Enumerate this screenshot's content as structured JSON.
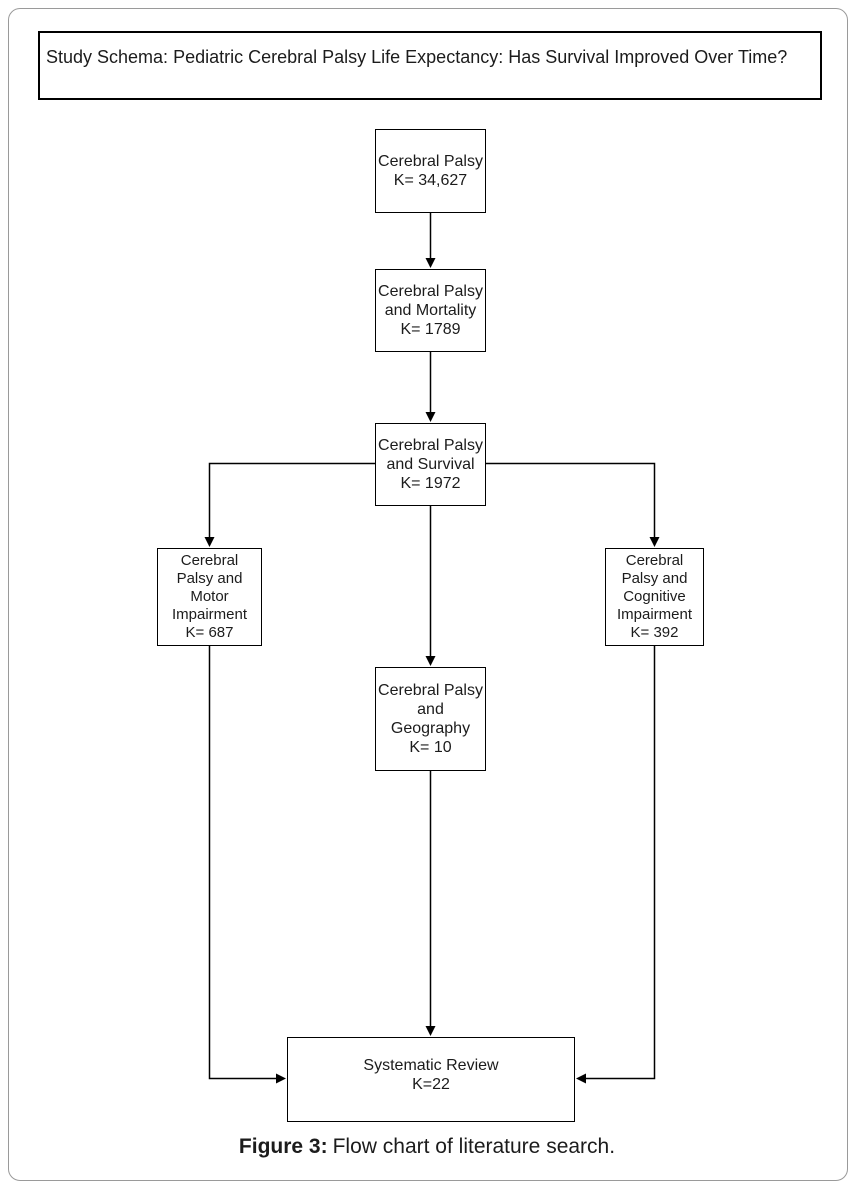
{
  "figure": {
    "title": "Study Schema: Pediatric Cerebral Palsy Life Expectancy: Has Survival Improved Over Time?",
    "caption": {
      "label": "Figure 3:",
      "text": "Flow chart of literature search."
    }
  },
  "nodes": {
    "cerebral_palsy": {
      "lines": [
        "Cerebral Palsy",
        "K= 34,627"
      ]
    },
    "mortality": {
      "lines": [
        "Cerebral Palsy",
        "and Mortality",
        "K= 1789"
      ]
    },
    "survival": {
      "lines": [
        "Cerebral Palsy",
        "and Survival",
        "K= 1972"
      ]
    },
    "motor": {
      "lines": [
        "Cerebral",
        "Palsy and",
        "Motor",
        "Impairment",
        "K= 687"
      ]
    },
    "cognitive": {
      "lines": [
        "Cerebral",
        "Palsy and",
        "Cognitive",
        "Impairment",
        "K= 392"
      ]
    },
    "geography": {
      "lines": [
        "Cerebral Palsy",
        "and",
        "Geography",
        "K= 10"
      ]
    },
    "systematic": {
      "lines": [
        "Systematic Review",
        "K=22"
      ]
    }
  },
  "chart_data": {
    "type": "flowchart",
    "title": "Study Schema: Pediatric Cerebral Palsy Life Expectancy: Has Survival Improved Over Time?",
    "nodes": [
      {
        "id": "cerebral_palsy",
        "label": "Cerebral Palsy",
        "k": "34,627"
      },
      {
        "id": "mortality",
        "label": "Cerebral Palsy and Mortality",
        "k": "1789"
      },
      {
        "id": "survival",
        "label": "Cerebral Palsy and Survival",
        "k": "1972"
      },
      {
        "id": "motor",
        "label": "Cerebral Palsy and Motor Impairment",
        "k": "687"
      },
      {
        "id": "cognitive",
        "label": "Cerebral Palsy and Cognitive Impairment",
        "k": "392"
      },
      {
        "id": "geography",
        "label": "Cerebral Palsy and Geography",
        "k": "10"
      },
      {
        "id": "systematic",
        "label": "Systematic Review",
        "k": "22"
      }
    ],
    "edges": [
      [
        "cerebral_palsy",
        "mortality"
      ],
      [
        "mortality",
        "survival"
      ],
      [
        "survival",
        "motor"
      ],
      [
        "survival",
        "cognitive"
      ],
      [
        "survival",
        "geography"
      ],
      [
        "geography",
        "systematic"
      ],
      [
        "motor",
        "systematic"
      ],
      [
        "cognitive",
        "systematic"
      ]
    ]
  },
  "colors": {
    "background": "#ffffff",
    "line": "#000000",
    "text": "#1c1c1c",
    "frame": "#9a9a9a"
  }
}
